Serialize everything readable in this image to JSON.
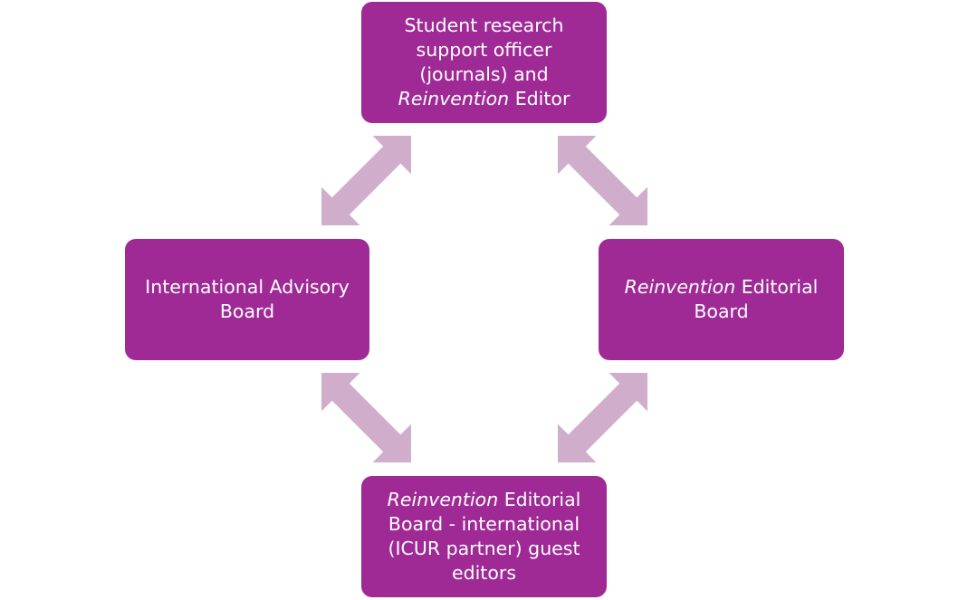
{
  "diagram": {
    "nodes": [
      {
        "id": "top",
        "lines": [
          [
            {
              "text": "Student research"
            }
          ],
          [
            {
              "text": "support officer"
            }
          ],
          [
            {
              "text": "(journals) and"
            }
          ],
          [
            {
              "text": "Reinvention",
              "italic": true
            },
            {
              "text": " Editor"
            }
          ]
        ]
      },
      {
        "id": "left",
        "lines": [
          [
            {
              "text": "International Advisory"
            }
          ],
          [
            {
              "text": "Board"
            }
          ]
        ]
      },
      {
        "id": "right",
        "lines": [
          [
            {
              "text": "Reinvention",
              "italic": true
            },
            {
              "text": " Editorial"
            }
          ],
          [
            {
              "text": "Board"
            }
          ]
        ]
      },
      {
        "id": "bottom",
        "lines": [
          [
            {
              "text": "Reinvention",
              "italic": true
            },
            {
              "text": " Editorial"
            }
          ],
          [
            {
              "text": "Board - international"
            }
          ],
          [
            {
              "text": "(ICUR partner) guest"
            }
          ],
          [
            {
              "text": "editors"
            }
          ]
        ]
      }
    ],
    "connections": [
      {
        "from": "top",
        "to": "left",
        "type": "double-arrow"
      },
      {
        "from": "top",
        "to": "right",
        "type": "double-arrow"
      },
      {
        "from": "left",
        "to": "bottom",
        "type": "double-arrow"
      },
      {
        "from": "right",
        "to": "bottom",
        "type": "double-arrow"
      }
    ],
    "colors": {
      "node_fill": "#9f2a96",
      "node_text": "#ffffff",
      "arrow_fill": "#d0aecb"
    }
  }
}
